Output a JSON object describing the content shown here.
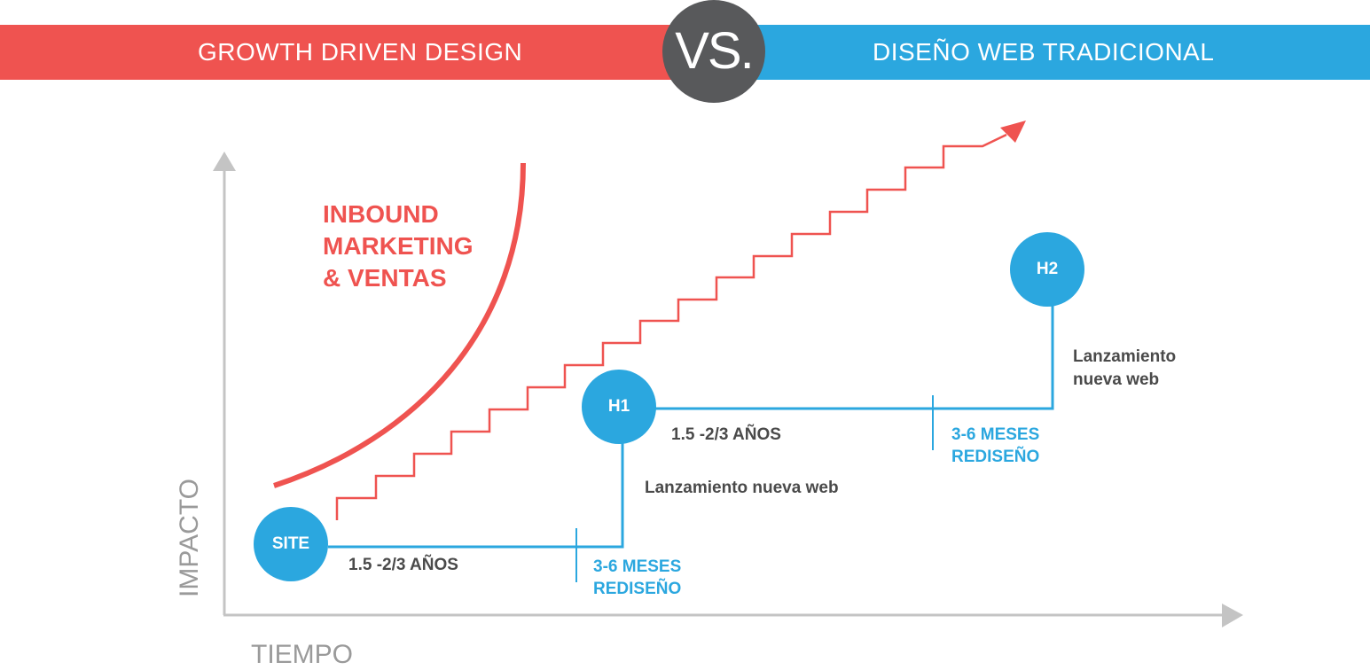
{
  "header": {
    "left_title": "GROWTH DRIVEN DESIGN",
    "vs_label": "VS.",
    "right_title": "DISEÑO WEB TRADICIONAL"
  },
  "colors": {
    "red": "#ef5350",
    "blue": "#2ba7df",
    "dark_gray": "#58595b",
    "axis_gray": "#c4c4c4"
  },
  "axes": {
    "y_label": "IMPACTO",
    "x_label": "TIEMPO"
  },
  "growth": {
    "label_lines": [
      "INBOUND",
      "MARKETING",
      "& VENTAS"
    ]
  },
  "traditional": {
    "nodes": [
      "SITE",
      "H1",
      "H2"
    ],
    "period_1": "1.5 -2/3 AÑOS",
    "redesign_1_line1": "3-6 MESES",
    "redesign_1_line2": "REDISEÑO",
    "launch_1": "Lanzamiento nueva web",
    "period_2": "1.5 -2/3 AÑOS",
    "redesign_2_line1": "3-6 MESES",
    "redesign_2_line2": "REDISEÑO",
    "launch_2_line1": "Lanzamiento",
    "launch_2_line2": "nueva web"
  }
}
